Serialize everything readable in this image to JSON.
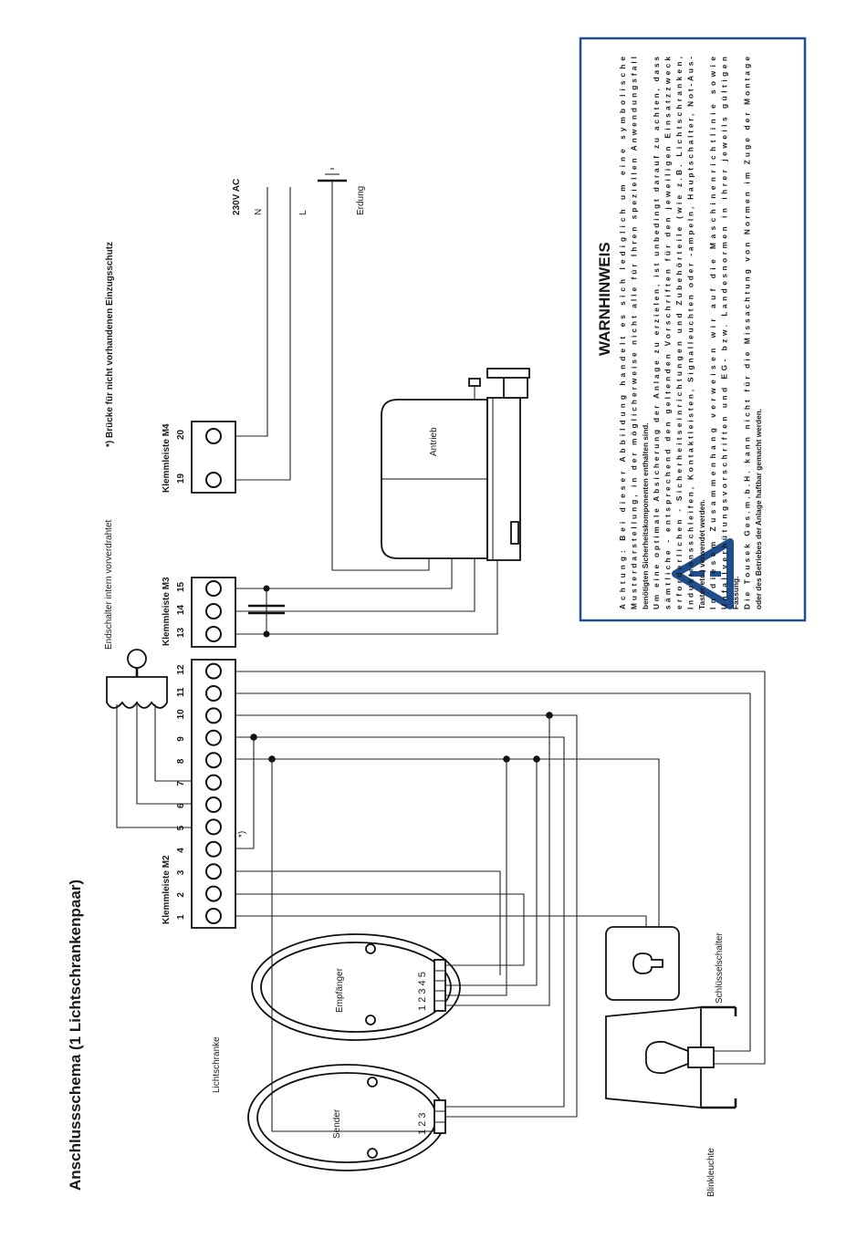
{
  "title": "Anschlussschema (1 Lichtschrankenpaar)",
  "colors": {
    "title": "#1f4e8c",
    "warning_border": "#1f4e8c",
    "warning_triangle": "#1f4e8c"
  },
  "m2": {
    "label": "Klemmleiste M2",
    "numbers": [
      "1",
      "2",
      "3",
      "4",
      "5",
      "6",
      "7",
      "8",
      "9",
      "10",
      "11",
      "12"
    ]
  },
  "m3": {
    "label": "Klemmleiste M3",
    "numbers": [
      "13",
      "14",
      "15"
    ]
  },
  "m4": {
    "label": "Klemmleiste M4",
    "numbers": [
      "19",
      "20"
    ]
  },
  "notes": {
    "endschalter": "Endschalter intern vorverdrahtet",
    "bruecke": "*) Brücke für nicht vorhandenen Einzugsschutz",
    "star": "*)"
  },
  "power": {
    "voltage": "230V AC",
    "n": "N",
    "l": "L",
    "erdung": "Erdung"
  },
  "antrieb": "Antrieb",
  "lichtschranke": "Lichtschranke",
  "empfaenger": {
    "label": "Empfänger",
    "pins": "1 2 3 4 5"
  },
  "sender": {
    "label": "Sender",
    "pins": "1 2 3"
  },
  "schluesselschalter": "Schlüsselschalter",
  "blinkleuchte": "Blinkleuchte",
  "warning": {
    "icon": "warning-triangle-icon",
    "title": "WARNHINWEIS",
    "lines": [
      "Achtung: Bei dieser Abbildung handelt es sich lediglich um eine symbolische",
      "Musterdarstellung, in der möglicherweise nicht alle für Ihren speziellen Anwendungsfall",
      "benötigten Sicherheitskomponenten enthalten sind.",
      "Um eine optimale Absicherung der Anlage zu erzielen, ist unbedingt darauf zu achten, dass",
      "sämtliche - entsprechend den geltenden Vorschriften für den jeweiligen Einsatzzweck",
      "erforderlichen - Sicherheitseinrichtungen und Zubehörteile (wie z.B. Lichtschranken,",
      "Induktionsschleifen, Kontaktleisten, Signalleuchten oder -ampeln, Hauptschalter, Not-Aus-",
      "Taster etc.) verwendet werden.",
      "In diesem Zusammenhang verweisen wir auf die Maschinenrichtlinie sowie",
      "Unfallverhütungsvorschriften und EG- bzw. Landesnormen in ihrer jeweils gültigen",
      "Fassung.",
      "Die Tousek Ges.m.b.H. kann nicht für die Missachtung von Normen im Zuge der Montage",
      "oder des Betriebes der Anlage haftbar gemacht werden."
    ]
  }
}
